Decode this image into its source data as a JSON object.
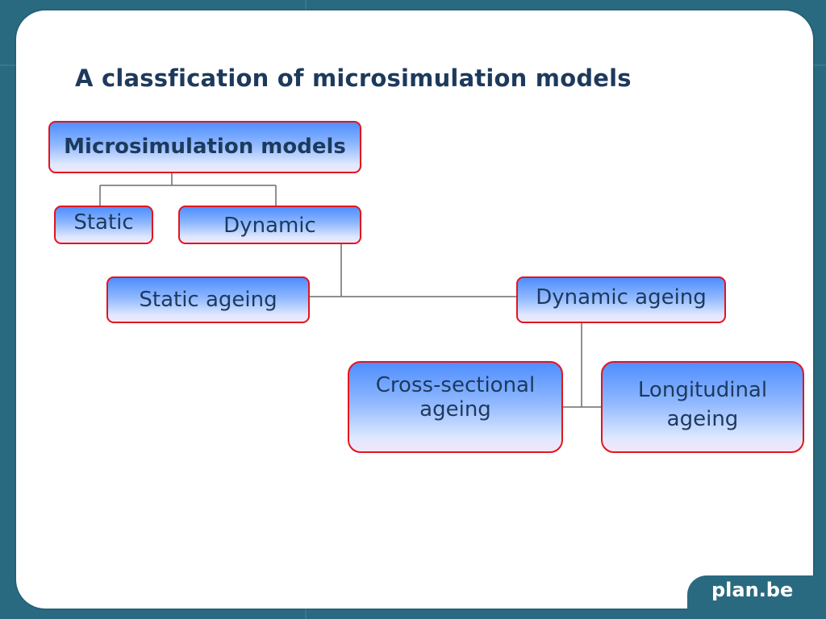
{
  "slide": {
    "title": "A classfication of microsimulation models",
    "footer": "plan.be"
  },
  "nodes": {
    "root": "Microsimulation models",
    "static": "Static",
    "dynamic": "Dynamic",
    "static_ageing": "Static ageing",
    "dynamic_ageing": "Dynamic ageing",
    "cross_sectional": "Cross-sectional ageing",
    "longitudinal": "Longitudinal ageing"
  },
  "colors": {
    "background": "#2a6a80",
    "node_border": "#e3141e",
    "node_gradient_top": "#4f8eff",
    "text": "#1d3a5c"
  }
}
